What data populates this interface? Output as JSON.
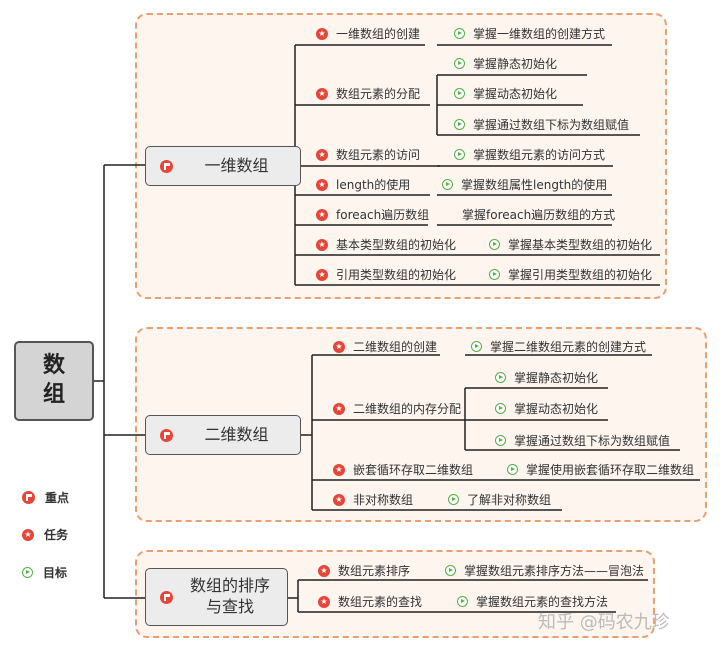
{
  "root": {
    "title": "数组"
  },
  "legend": [
    {
      "icon": "flag-icon",
      "label": "重点"
    },
    {
      "icon": "star-icon",
      "label": "任务"
    },
    {
      "icon": "play-icon",
      "label": "目标"
    }
  ],
  "sections": [
    {
      "title": "一维数组",
      "tasks": [
        {
          "label": "一维数组的创建",
          "goals": [
            "掌握一维数组的创建方式"
          ]
        },
        {
          "label": "数组元素的分配",
          "goals": [
            "掌握静态初始化",
            "掌握动态初始化",
            "掌握通过数组下标为数组赋值"
          ]
        },
        {
          "label": "数组元素的访问",
          "goals": [
            "掌握数组元素的访问方式"
          ]
        },
        {
          "label": "length的使用",
          "goals": [
            "掌握数组属性length的使用"
          ]
        },
        {
          "label": "foreach遍历数组",
          "goals": [
            "掌握foreach遍历数组的方式"
          ]
        },
        {
          "label": "基本类型数组的初始化",
          "goals": [
            "掌握基本类型数组的初始化"
          ]
        },
        {
          "label": "引用类型数组的初始化",
          "goals": [
            "掌握引用类型数组的初始化"
          ]
        }
      ]
    },
    {
      "title": "二维数组",
      "tasks": [
        {
          "label": "二维数组的创建",
          "goals": [
            "掌握二维数组元素的创建方式"
          ]
        },
        {
          "label": "二维数组的内存分配",
          "goals": [
            "掌握静态初始化",
            "掌握动态初始化",
            "掌握通过数组下标为数组赋值"
          ]
        },
        {
          "label": "嵌套循环存取二维数组",
          "goals": [
            "掌握使用嵌套循环存取二维数组"
          ]
        },
        {
          "label": "非对称数组",
          "goals": [
            "了解非对称数组"
          ]
        }
      ]
    },
    {
      "title_line1": "数组的排序",
      "title_line2": "与查找",
      "tasks": [
        {
          "label": "数组元素排序",
          "goals": [
            "掌握数组元素排序方法——冒泡法"
          ]
        },
        {
          "label": "数组元素的查找",
          "goals": [
            "掌握数组元素的查找方法"
          ]
        }
      ]
    }
  ],
  "watermark": "知乎 @码农九珍",
  "colors": {
    "accent_red": "#e6453a",
    "goal_green": "#55b04a",
    "group_border": "#e8a070",
    "group_fill": "#fdf5ee"
  }
}
